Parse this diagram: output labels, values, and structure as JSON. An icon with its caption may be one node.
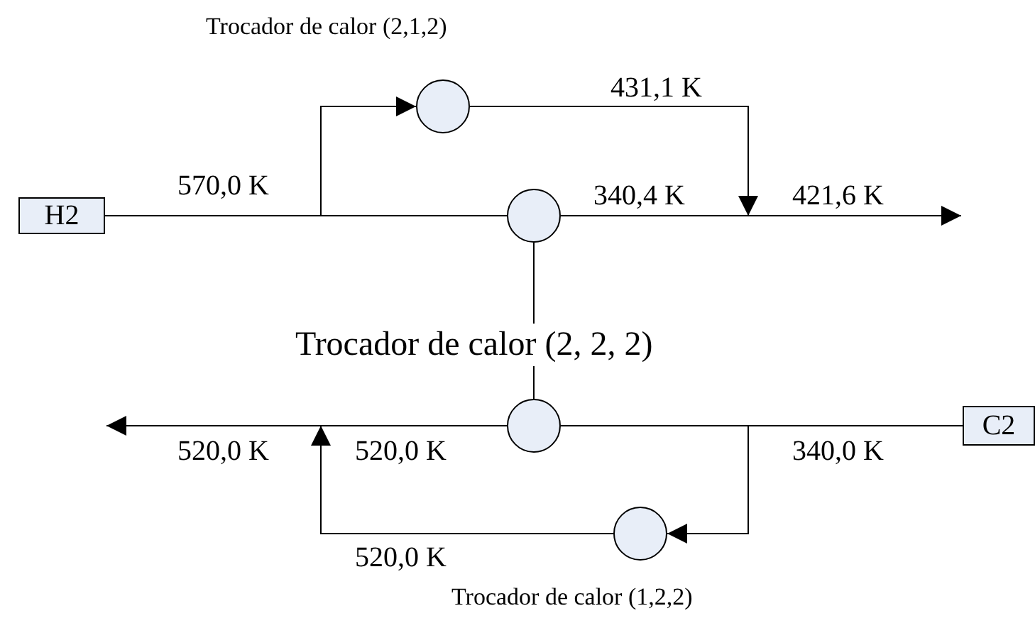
{
  "diagram": {
    "nodes": [
      {
        "text": [
          "H2"
        ]
      },
      {
        "text": [],
        "shape": "circle",
        "beside": [
          "Trocador de calor (2,1,2)"
        ]
      },
      {
        "text": [],
        "shape": "circle"
      },
      {
        "text": [],
        "shape": "circle"
      },
      {
        "text": [],
        "shape": "circle",
        "beside": [
          "Trocador de calor (1,2,2)"
        ]
      },
      {
        "text": [
          "C2"
        ]
      }
    ],
    "edges": [
      {
        "from": 0,
        "to": 1,
        "arrow": "to"
      },
      {
        "from": 0,
        "to": 2,
        "arrow": "none"
      },
      {
        "from": 1,
        "to": null,
        "arrow": "to"
      },
      {
        "from": 2,
        "to": null,
        "arrow": "to"
      },
      {
        "from": 2,
        "to": 3,
        "arrow": "none"
      },
      {
        "from": 5,
        "to": 3,
        "arrow": "none"
      },
      {
        "from": 5,
        "to": 4,
        "arrow": "to"
      },
      {
        "from": 4,
        "to": null,
        "arrow": "to"
      },
      {
        "from": 3,
        "to": null,
        "arrow": "to"
      }
    ],
    "labels": [
      "431,1 K",
      "570,0 K",
      "340,4 K",
      "421,6 K",
      "Trocador de calor (2, 2, 2)",
      "520,0 K",
      "520,0 K",
      "340,0 K",
      "520,0 K"
    ]
  }
}
